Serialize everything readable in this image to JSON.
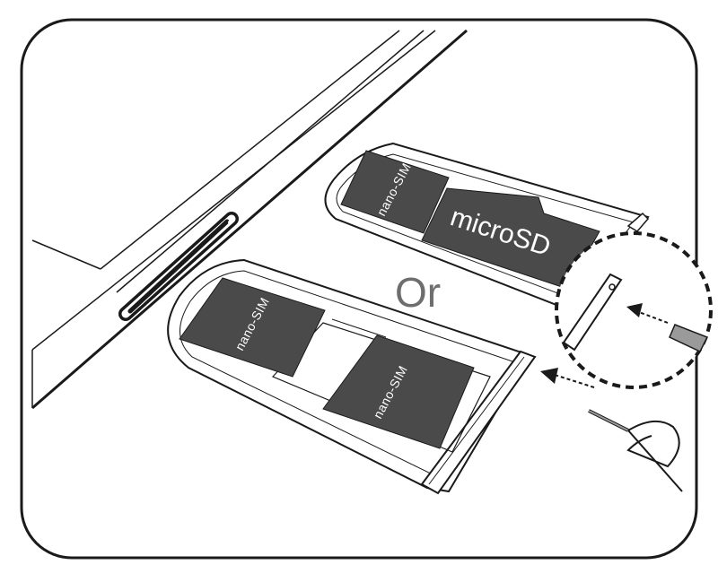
{
  "labels": {
    "top_tray_sim": "nano-SIM",
    "top_tray_sd": "microSD",
    "separator": "Or",
    "bottom_tray_sim_1": "nano-SIM",
    "bottom_tray_sim_2": "nano-SIM"
  },
  "colors": {
    "card_fill": "#4a4a4a",
    "line": "#1a1a1a",
    "tray_fill": "#ffffff",
    "or_text": "#6e6e6e"
  },
  "icons": [
    "arrow-icon",
    "eject-pin-icon",
    "magnifier-circle-icon"
  ]
}
